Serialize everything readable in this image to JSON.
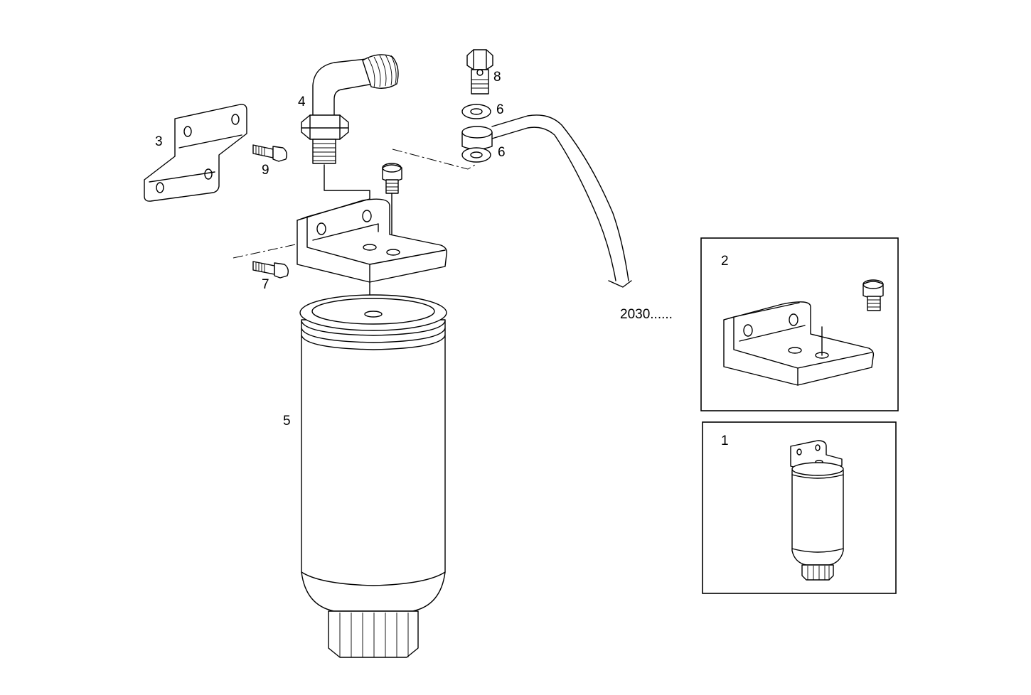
{
  "callouts": {
    "c1": "1",
    "c2": "2",
    "c3": "3",
    "c4": "4",
    "c5": "5",
    "c6a": "6",
    "c6b": "6",
    "c7": "7",
    "c8": "8",
    "c9": "9",
    "ref": "2030......"
  },
  "colors": {
    "line": "#000000",
    "background": "#ffffff"
  }
}
